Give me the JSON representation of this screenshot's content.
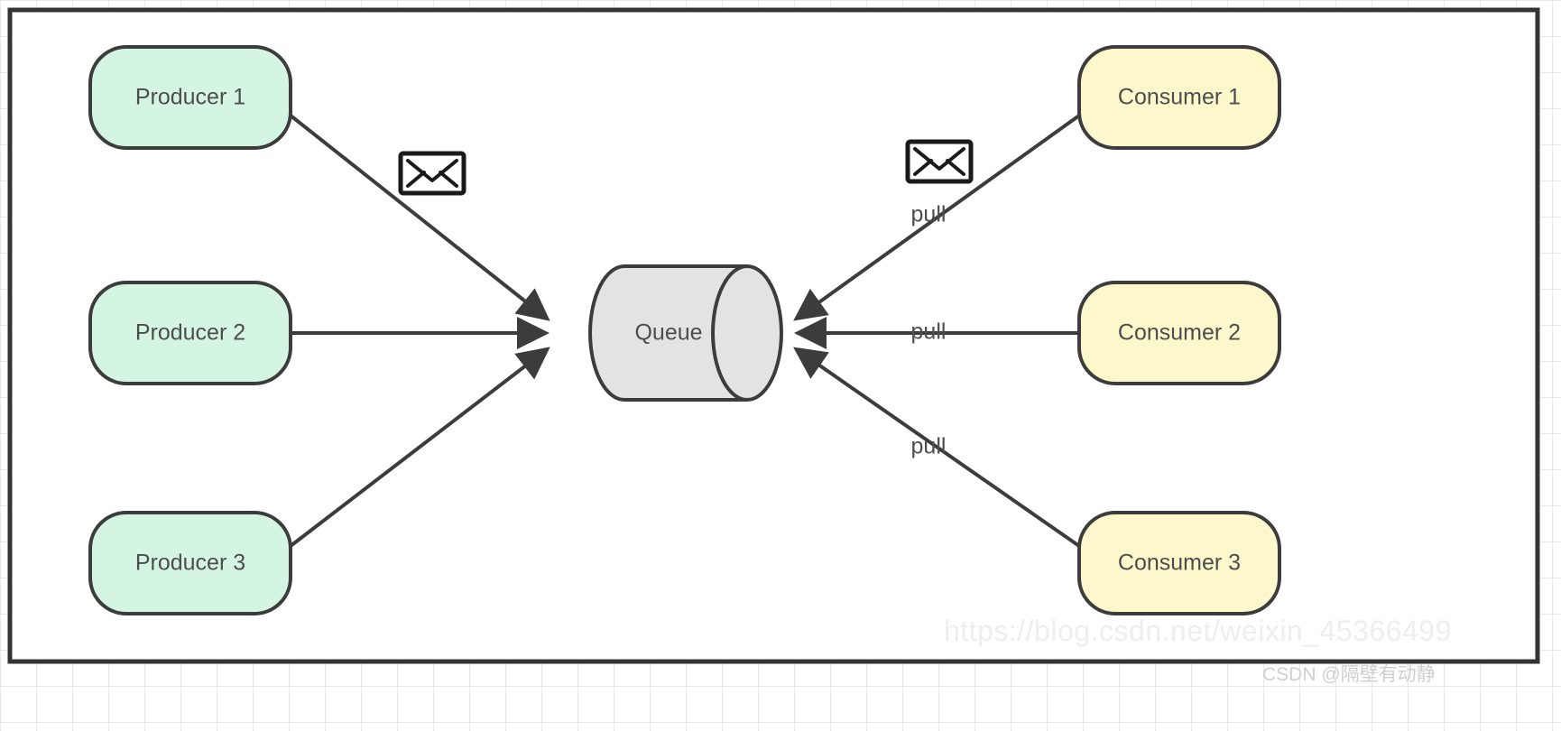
{
  "diagram": {
    "title": "Producer Consumer Queue Diagram",
    "frame": {
      "border_color": "#333333",
      "background": "#ffffff"
    },
    "colors": {
      "producer_fill": "#d5f5e3",
      "producer_stroke": "#3c3c3c",
      "consumer_fill": "#fdf7cc",
      "consumer_stroke": "#3c3c3c",
      "queue_fill": "#e3e3e3",
      "queue_stroke": "#3c3c3c",
      "edge_stroke": "#3c3c3c",
      "label_text": "#4d4d4d",
      "envelope_fill": "#ffffff",
      "envelope_stroke": "#1a1a1a"
    },
    "producers": [
      {
        "id": "producer-1",
        "label": "Producer 1"
      },
      {
        "id": "producer-2",
        "label": "Producer 2"
      },
      {
        "id": "producer-3",
        "label": "Producer 3"
      }
    ],
    "queue": {
      "id": "queue",
      "label": "Queue",
      "shape": "cylinder"
    },
    "consumers": [
      {
        "id": "consumer-1",
        "label": "Consumer 1"
      },
      {
        "id": "consumer-2",
        "label": "Consumer 2"
      },
      {
        "id": "consumer-3",
        "label": "Consumer 3"
      }
    ],
    "edge_labels": {
      "pull_1": "pull",
      "pull_2": "pull",
      "pull_3": "pull"
    },
    "icons": [
      {
        "id": "envelope-producer",
        "name": "envelope-icon"
      },
      {
        "id": "envelope-consumer",
        "name": "envelope-icon"
      }
    ]
  },
  "watermark": {
    "url": "https://blog.csdn.net/weixin_45366499",
    "author": "CSDN @隔壁有动静"
  }
}
